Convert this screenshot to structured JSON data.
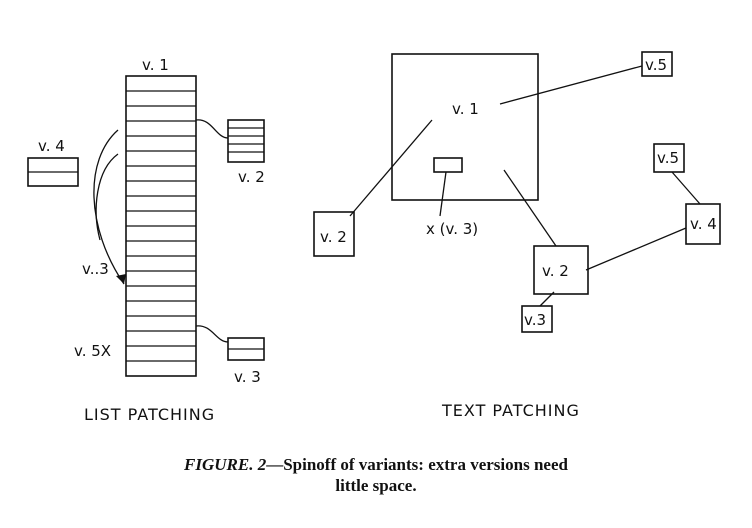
{
  "list_patching": {
    "title": "LIST PATCHING",
    "labels": {
      "v1": "v. 1",
      "v2": "v. 2",
      "v3_attached": "v. 3",
      "v3_arrow": "v..3",
      "v4": "v. 4",
      "v5x": "v. 5X"
    }
  },
  "text_patching": {
    "title": "TEXT PATCHING",
    "labels": {
      "v1": "v. 1",
      "x_v3": "x (v. 3)",
      "v2_left": "v. 2",
      "v5_top": "v.5",
      "v5_right": "v.5",
      "v4": "v. 4",
      "v2_right": "v. 2",
      "v3": "v.3"
    }
  },
  "caption": {
    "figure_label": "FIGURE. 2",
    "line1": "—Spinoff of variants: extra versions need",
    "line2": "little space."
  }
}
